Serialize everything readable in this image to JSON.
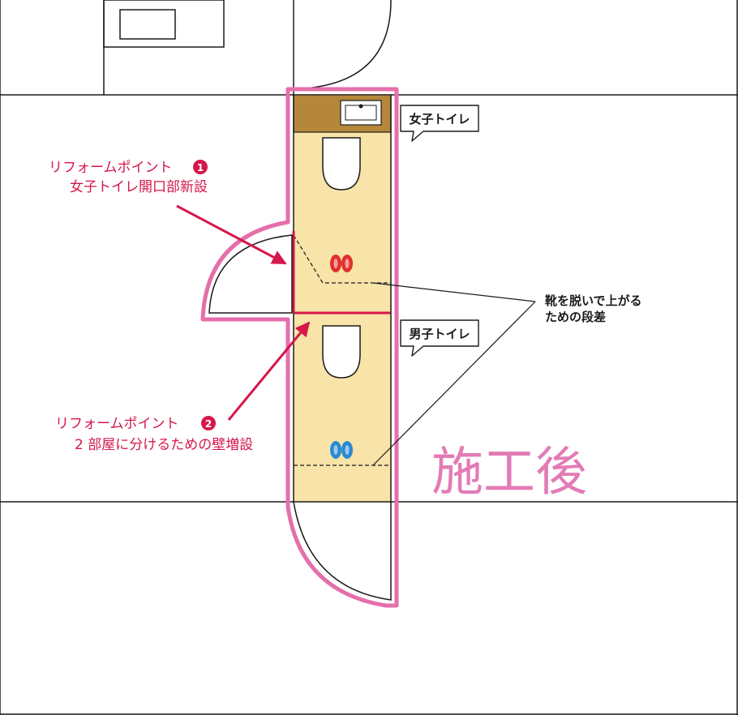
{
  "title": "施工後",
  "rooms": {
    "womens_toilet_label": "女子トイレ",
    "mens_toilet_label": "男子トイレ"
  },
  "callouts": {
    "step_note_line1": "靴を脱いで上がる",
    "step_note_line2": "ための段差",
    "point1": {
      "heading": "リフォームポイント",
      "number": "1",
      "detail": "女子トイレ開口部新設"
    },
    "point2": {
      "heading": "リフォームポイント",
      "number": "2",
      "detail": "2 部屋に分けるための壁増設"
    }
  },
  "colors": {
    "highlight_outline": "#e46fab",
    "accent_red": "#d5174a",
    "floor_fill": "#f8e3a8",
    "counter_fill": "#b5873a",
    "slippers_women": "#e0302c",
    "slippers_men": "#2a8ad0",
    "title_color": "#e37bb5"
  }
}
